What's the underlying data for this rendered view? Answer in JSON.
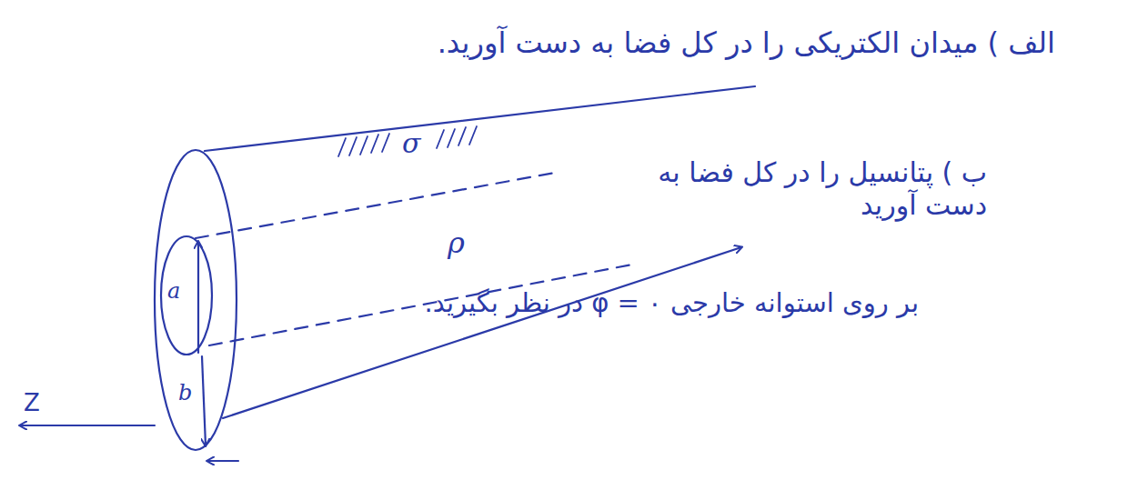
{
  "diagram": {
    "labels": [
      "الف ) میدان الکتریکی را در کل فضا به دست آورید.",
      "ب ) پتانسیل را در کل فضا به دست آورید",
      "بر روی استوانه خارجی φ = ۰ در نظر بگیرید.",
      "σ",
      "ρ",
      "a",
      "b",
      "Z"
    ]
  }
}
